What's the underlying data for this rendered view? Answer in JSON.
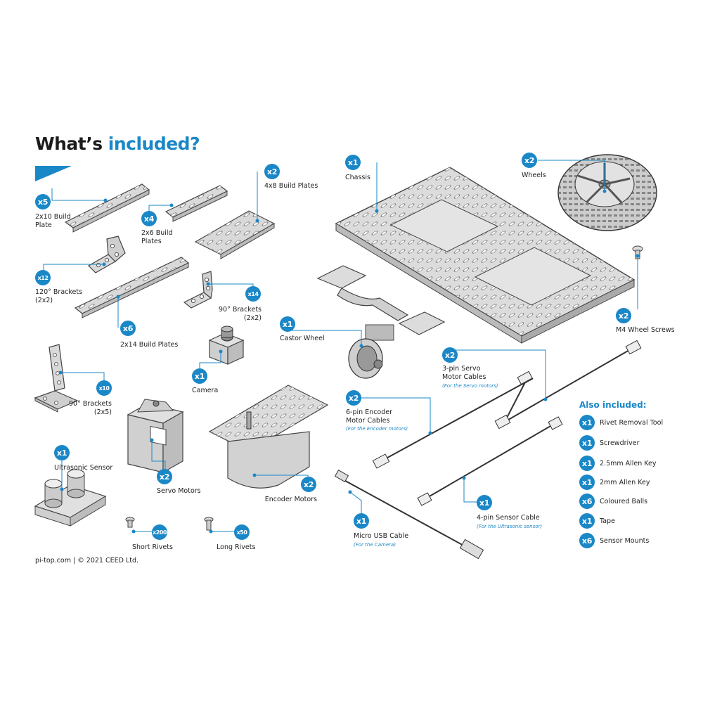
{
  "heading": {
    "part1": "What’s ",
    "part2": "included?"
  },
  "colors": {
    "accent": "#1a87c7",
    "part_fill": "#d8d8d8",
    "part_stroke": "#4a4a4a"
  },
  "parts": {
    "build_plate_2x10": {
      "qty": "x5",
      "label": [
        "2x10 Build",
        "Plate"
      ]
    },
    "build_plate_2x6": {
      "qty": "x4",
      "label": [
        "2x6 Build",
        "Plates"
      ]
    },
    "build_plate_4x8": {
      "qty": "x2",
      "label": [
        "4x8 Build Plates"
      ]
    },
    "bracket_120": {
      "qty": "x12",
      "label": [
        "120° Brackets",
        "(2x2)"
      ]
    },
    "bracket_90_2x2": {
      "qty": "x14",
      "label": [
        "90° Brackets",
        "(2x2)"
      ]
    },
    "build_plate_2x14": {
      "qty": "x6",
      "label": [
        "2x14 Build Plates"
      ]
    },
    "bracket_90_2x5": {
      "qty": "x10",
      "label": [
        "90° Brackets",
        "(2x5)"
      ]
    },
    "camera": {
      "qty": "x1",
      "label": [
        "Camera"
      ]
    },
    "castor_wheel": {
      "qty": "x1",
      "label": [
        "Castor Wheel"
      ]
    },
    "chassis": {
      "qty": "x1",
      "label": [
        "Chassis"
      ]
    },
    "wheels": {
      "qty": "x2",
      "label": [
        "Wheels"
      ]
    },
    "m4_wheel_screws": {
      "qty": "x2",
      "label": [
        "M4 Wheel Screws"
      ]
    },
    "servo_cables": {
      "qty": "x2",
      "label": [
        "3-pin Servo",
        "Motor Cables"
      ],
      "note": "(For the Servo motors)"
    },
    "encoder_cables": {
      "qty": "x2",
      "label": [
        "6-pin Encoder",
        "Motor Cables"
      ],
      "note": "(For the Encoder motors)"
    },
    "ultrasonic_sensor": {
      "qty": "x1",
      "label": [
        "Ultrasonic Sensor"
      ]
    },
    "servo_motors": {
      "qty": "x2",
      "label": [
        "Servo Motors"
      ]
    },
    "encoder_motors": {
      "qty": "x2",
      "label": [
        "Encoder Motors"
      ]
    },
    "sensor_cable": {
      "qty": "x1",
      "label": [
        "4-pin Sensor Cable"
      ],
      "note": "(For the Ultrasonic sensor)"
    },
    "micro_usb_cable": {
      "qty": "x1",
      "label": [
        "Micro USB Cable"
      ],
      "note": "(For the Camera)"
    },
    "short_rivets": {
      "qty": "x200",
      "label": [
        "Short Rivets"
      ]
    },
    "long_rivets": {
      "qty": "x50",
      "label": [
        "Long Rivets"
      ]
    }
  },
  "also_included": {
    "title": "Also included:",
    "items": [
      {
        "qty": "x1",
        "label": "Rivet Removal Tool"
      },
      {
        "qty": "x1",
        "label": "Screwdriver"
      },
      {
        "qty": "x1",
        "label": "2.5mm Allen Key"
      },
      {
        "qty": "x1",
        "label": "2mm Allen Key"
      },
      {
        "qty": "x6",
        "label": "Coloured Balls"
      },
      {
        "qty": "x1",
        "label": "Tape"
      },
      {
        "qty": "x6",
        "label": "Sensor Mounts"
      }
    ]
  },
  "footer": {
    "site": "pi-top.com",
    "sep": "|",
    "copyright": "© 2021 CEED Ltd."
  }
}
